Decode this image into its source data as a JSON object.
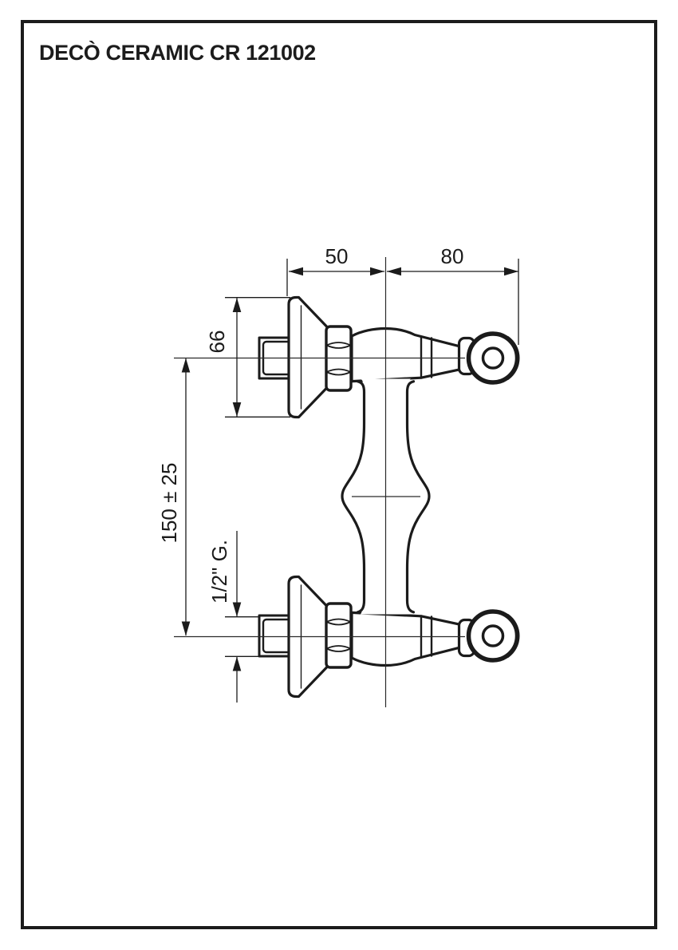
{
  "page": {
    "title": "DECÒ CERAMIC CR 121002"
  },
  "drawing": {
    "dimensions": {
      "wall_to_center": "50",
      "center_to_outlet": "80",
      "flange_height": "66",
      "inlet_spacing": "150 ± 25",
      "thread_size": "1/2\" G."
    }
  }
}
